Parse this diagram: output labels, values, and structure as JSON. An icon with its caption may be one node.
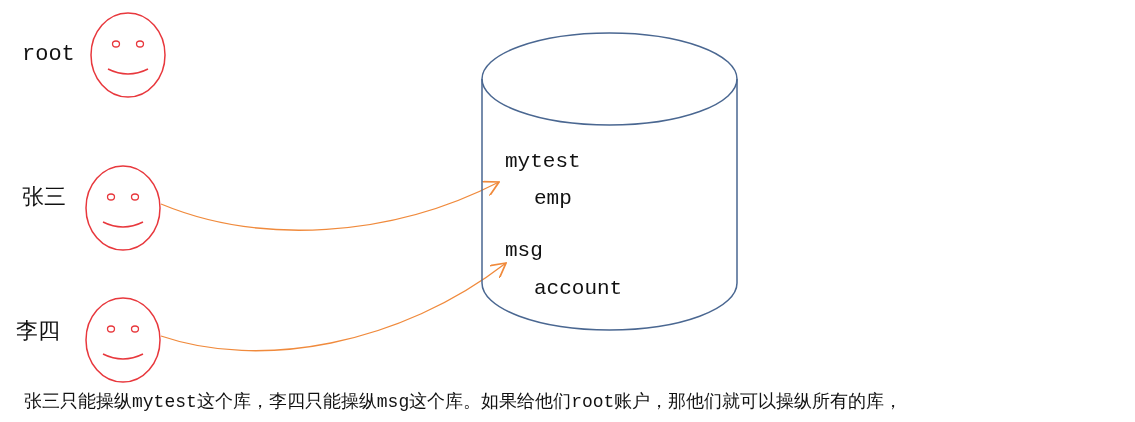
{
  "diagram": {
    "caption": "张三只能操纵mytest这个库，李四只能操纵msg这个库。如果给他们root账户，那他们就可以操纵所有的库，",
    "nodes": [
      {
        "text": [],
        "shape": "circle",
        "beside": [
          "root"
        ]
      },
      {
        "text": [],
        "shape": "circle",
        "beside": [
          "张三"
        ]
      },
      {
        "text": [],
        "shape": "circle",
        "beside": [
          "李四"
        ]
      },
      {
        "text": [],
        "shape": "cylinder"
      },
      {
        "text": [
          "mytest"
        ],
        "in": 3
      },
      {
        "text": [
          "emp"
        ],
        "in": 3
      },
      {
        "text": [
          "msg"
        ],
        "in": 3
      },
      {
        "text": [
          "account"
        ],
        "in": 3
      }
    ],
    "edges": [
      {
        "from": 1,
        "to": 4,
        "arrow": "to"
      },
      {
        "from": 2,
        "to": 6,
        "arrow": "to"
      }
    ]
  }
}
